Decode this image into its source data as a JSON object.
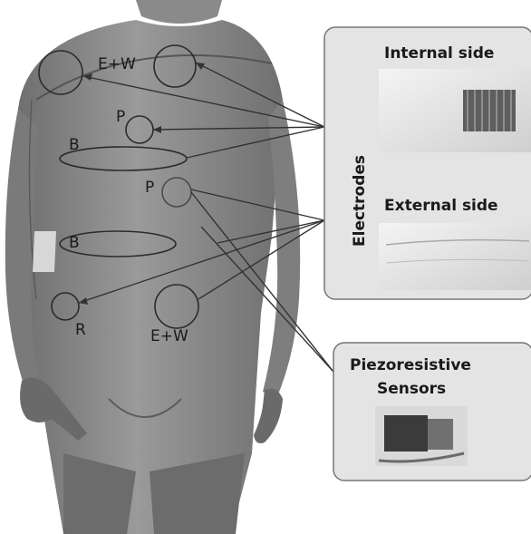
{
  "body_labels": {
    "ew_top": "E+W",
    "p_upper": "P",
    "b_upper": "B",
    "p_lower": "P",
    "b_lower": "B",
    "r": "R",
    "ew_bottom": "E+W"
  },
  "electrodes_panel": {
    "title": "Electrodes",
    "internal_label": "Internal side",
    "external_label": "External side"
  },
  "piezo_panel": {
    "line1": "Piezoresistive",
    "line2": "Sensors"
  },
  "colors": {
    "garment": "#8c8c8c",
    "panel_bg": "#e4e4e4",
    "panel_border": "#777777",
    "line": "#333333"
  }
}
